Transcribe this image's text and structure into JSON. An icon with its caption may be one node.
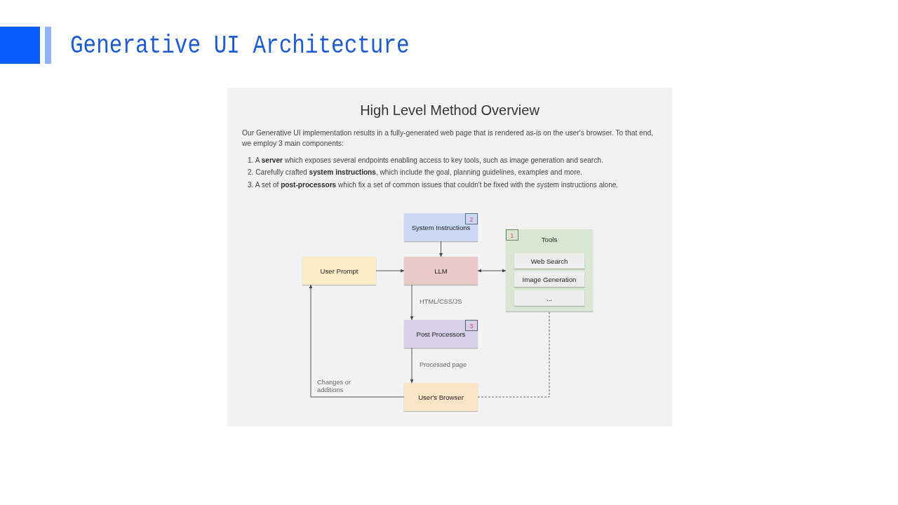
{
  "diagram": {
    "title": "Generative UI Architecture",
    "nodes": [
      {
        "text": [
          "System Instructions"
        ]
      },
      {
        "text": [
          "2"
        ],
        "in": 0
      },
      {
        "text": [
          "Tools"
        ]
      },
      {
        "text": [
          "1"
        ],
        "in": 2
      },
      {
        "text": [
          "Web Search"
        ],
        "in": 2
      },
      {
        "text": [
          "Image Generation"
        ],
        "in": 2
      },
      {
        "text": [
          "..."
        ],
        "in": 2
      },
      {
        "text": [
          "User Prompt"
        ]
      },
      {
        "text": [
          "LLM"
        ]
      },
      {
        "text": [
          "Post Processors"
        ]
      },
      {
        "text": [
          "3"
        ],
        "in": 9
      },
      {
        "text": [
          "User's Browser"
        ]
      }
    ],
    "edges": [
      {
        "from": 0,
        "to": 8,
        "arrow": "to"
      },
      {
        "from": 7,
        "to": 8,
        "arrow": "to"
      },
      {
        "from": 8,
        "to": 2,
        "arrow": "both"
      },
      {
        "from": 8,
        "to": 9,
        "arrow": "to",
        "label": "HTML/CSS/JS"
      },
      {
        "from": 9,
        "to": 11,
        "arrow": "to",
        "label": "Processed page"
      },
      {
        "from": 11,
        "to": 7,
        "arrow": "to",
        "label": "Changes or additions"
      },
      {
        "from": 11,
        "to": 2,
        "arrow": "none",
        "style": "dashed"
      }
    ],
    "labels": [
      "High Level Method Overview",
      "Our Generative UI implementation results in a fully-generated web page that is rendered as-is on the user's browser. To that end, we employ 3 main components:",
      "1. A **server** which exposes several endpoints enabling access to key tools, such as image generation and search.",
      "2. Carefully crafted **system instructions**, which include the goal, planning guidelines, examples and more.",
      "3. A set of **post-processors** which fix a set of common issues that couldn't be fixed with the system instructions alone."
    ]
  }
}
